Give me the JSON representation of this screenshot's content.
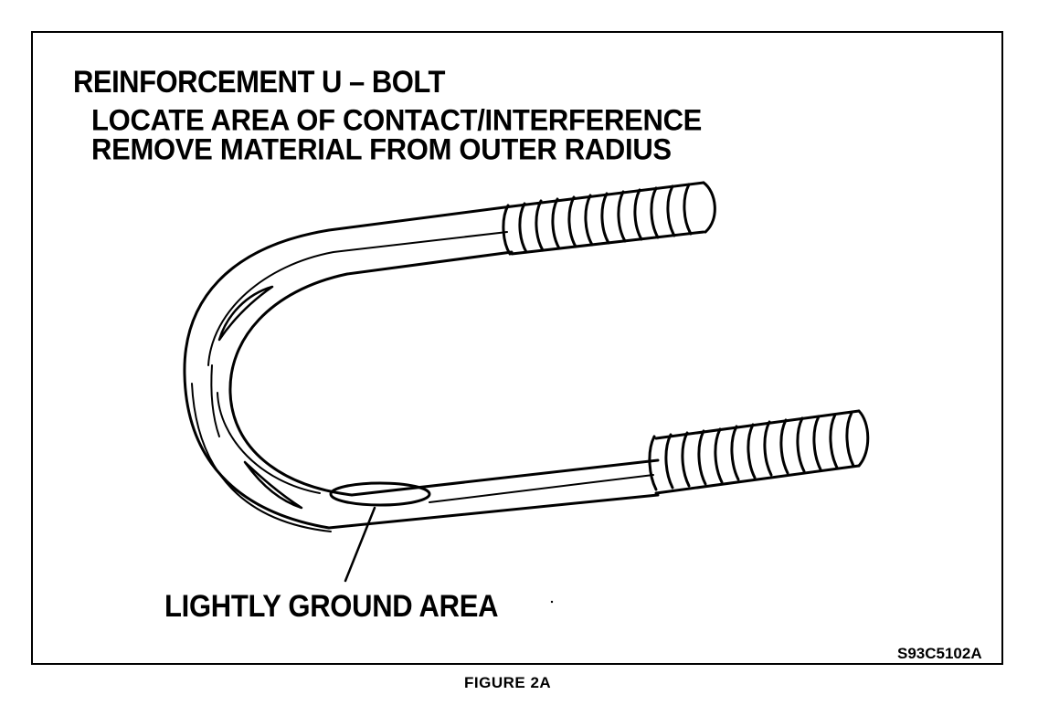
{
  "figure": {
    "title": "REINFORCEMENT U – BOLT",
    "instructions": [
      "LOCATE AREA OF CONTACT/INTERFERENCE",
      "REMOVE MATERIAL FROM OUTER RADIUS"
    ],
    "callout_label": "LIGHTLY GROUND AREA",
    "reference_code": "S93C5102A",
    "caption": "FIGURE 2A"
  },
  "colors": {
    "ink": "#000000",
    "paper": "#ffffff"
  }
}
